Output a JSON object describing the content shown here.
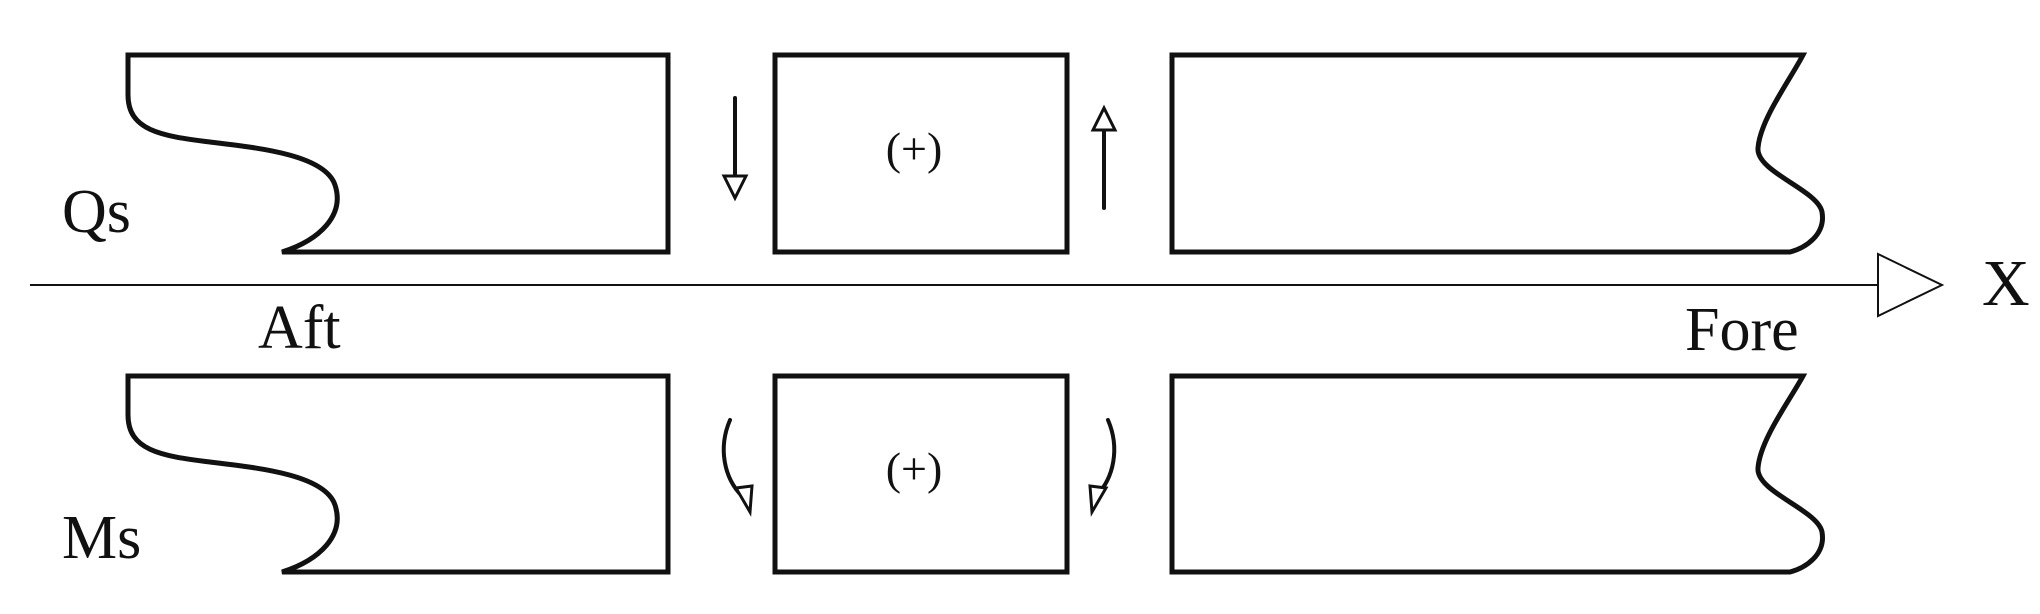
{
  "labels": {
    "shear_force": "Qs",
    "bending_moment": "Ms",
    "aft": "Aft",
    "fore": "Fore",
    "axis": "X",
    "positive_shear": "(+)",
    "positive_moment": "(+)"
  },
  "colors": {
    "stroke": "#111111",
    "background": "#ffffff"
  },
  "icons": {
    "shear_left": "arrow-down-icon",
    "shear_right": "arrow-up-icon",
    "moment_left": "curved-arrow-ccw-icon",
    "moment_right": "curved-arrow-cw-icon",
    "axis_head": "open-triangle-arrowhead-icon"
  }
}
